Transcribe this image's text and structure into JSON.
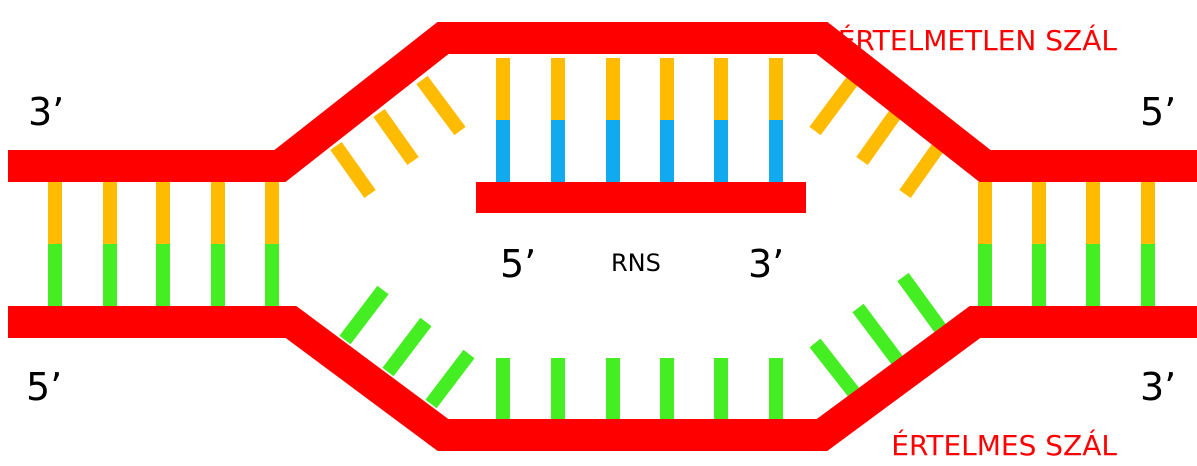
{
  "labels": {
    "antisense": "ÉRTELMETLEN SZÁL",
    "sense": "ÉRTELMES SZÁL",
    "rna": "RNS",
    "top_left_end": "3’",
    "top_right_end": "5’",
    "bottom_left_end": "5’",
    "bottom_right_end": "3’",
    "rna_left_end": "5’",
    "rna_right_end": "3’"
  },
  "colors": {
    "strand": "#ff0000",
    "antisense_base": "#ffbb00",
    "sense_base": "#44ee22",
    "rna_base": "#11aaee",
    "title": "#ff0000",
    "text": "#000000"
  }
}
